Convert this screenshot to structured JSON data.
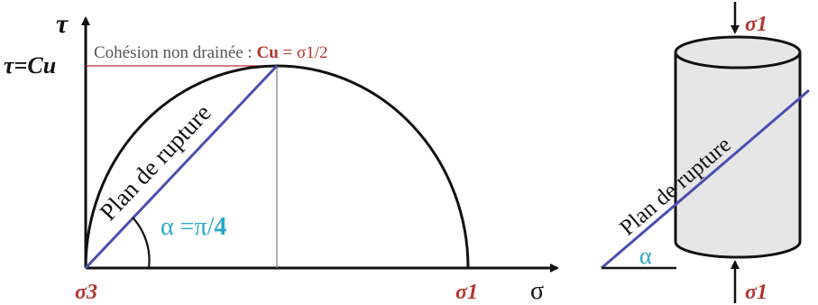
{
  "mohr": {
    "tau_axis_label": "τ",
    "tau_cu_label": "τ=Cu",
    "sigma_axis_label": "σ",
    "sigma3_label": "σ3",
    "sigma1_label": "σ1",
    "cohesion_prefix": "Cohésion non drainée : ",
    "cohesion_cu": "Cu",
    "cohesion_eq": " = σ1/2",
    "plane_label": "Plan de rupture",
    "alpha_prefix": "α =π/",
    "alpha_den": "4"
  },
  "specimen": {
    "sigma1_top": "σ1",
    "sigma1_bottom": "σ1",
    "plane_label": "Plan de rupture",
    "alpha_label": "α"
  },
  "colors": {
    "axis": "#111111",
    "circle": "#111111",
    "plane": "#4b4fb0",
    "stress_labels": "#b5332e",
    "alpha": "#2aa8c8",
    "cylinder_fill": "#e6e6e6"
  }
}
